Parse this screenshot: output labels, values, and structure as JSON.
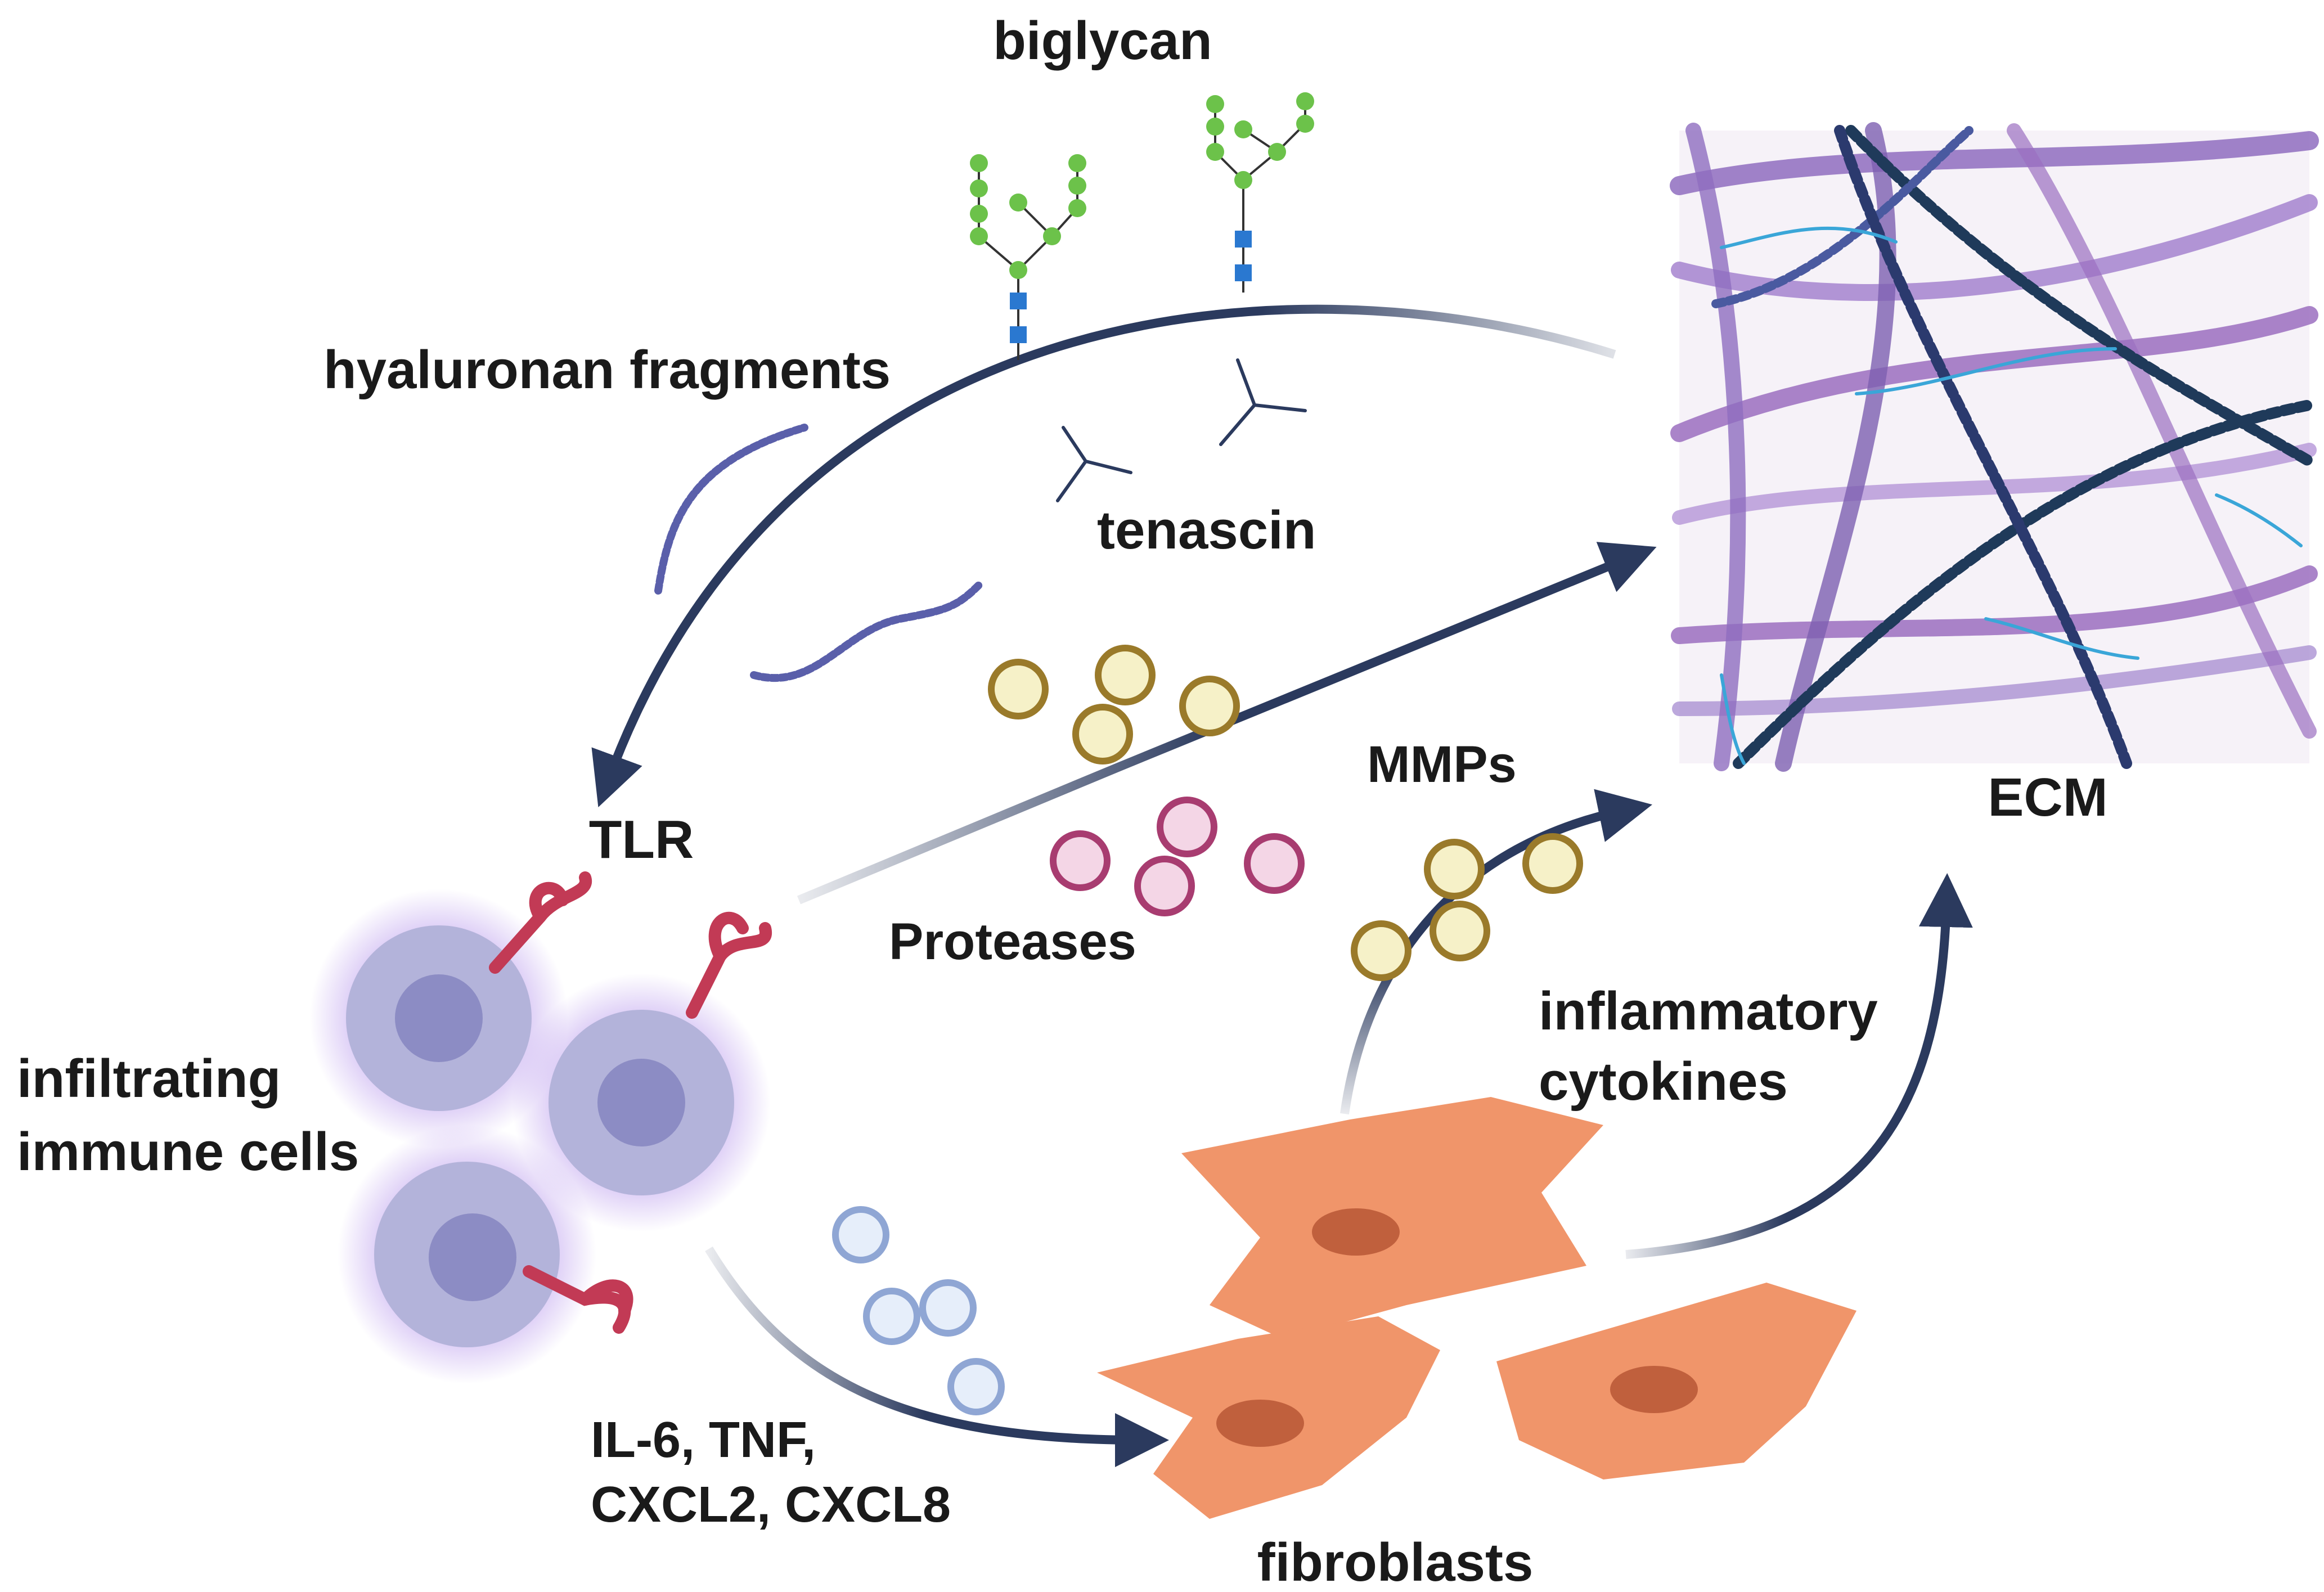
{
  "labels": {
    "biglycan": "biglycan",
    "hyaluronan": "hyaluronan fragments",
    "tenascin": "tenascin",
    "tlr": "TLR",
    "proteases": "Proteases",
    "mmps": "MMPs",
    "ecm": "ECM",
    "immune_line1": "infiltrating",
    "immune_line2": "immune cells",
    "cytokines_line1": "inflammatory",
    "cytokines_line2": "cytokines",
    "il_line1": "IL-6, TNF,",
    "il_line2": "CXCL2, CXCL8",
    "fibroblasts": "fibroblasts"
  },
  "colors": {
    "arrow": "#2b3a5e",
    "cell_body": "#b3b3da",
    "cell_glow": "#a67ee8",
    "nucleus": "#8c8cc4",
    "receptor": "#c23a55",
    "fibroblast": "#f0956a",
    "fibroblast_nucleus": "#c0603d",
    "mmp_fill": "#f6f1c8",
    "mmp_stroke": "#9a7a2a",
    "protease_fill": "#f4d6e6",
    "protease_stroke": "#a83c70",
    "cytokine_fill": "#e6eefa",
    "cytokine_stroke": "#8fa6d4",
    "ecm_bg": "#f6f2f8",
    "collagen": "#9b6fc0",
    "glycan_green": "#6cc24a",
    "glycan_blue": "#2a78d0"
  },
  "icons": [
    "ecm-mesh-icon",
    "biglycan-glycan-icon",
    "tenascin-icon",
    "hyaluronan-chain-icon",
    "immune-cell-icon",
    "tlr-receptor-icon",
    "fibroblast-icon",
    "vesicle-icon"
  ]
}
